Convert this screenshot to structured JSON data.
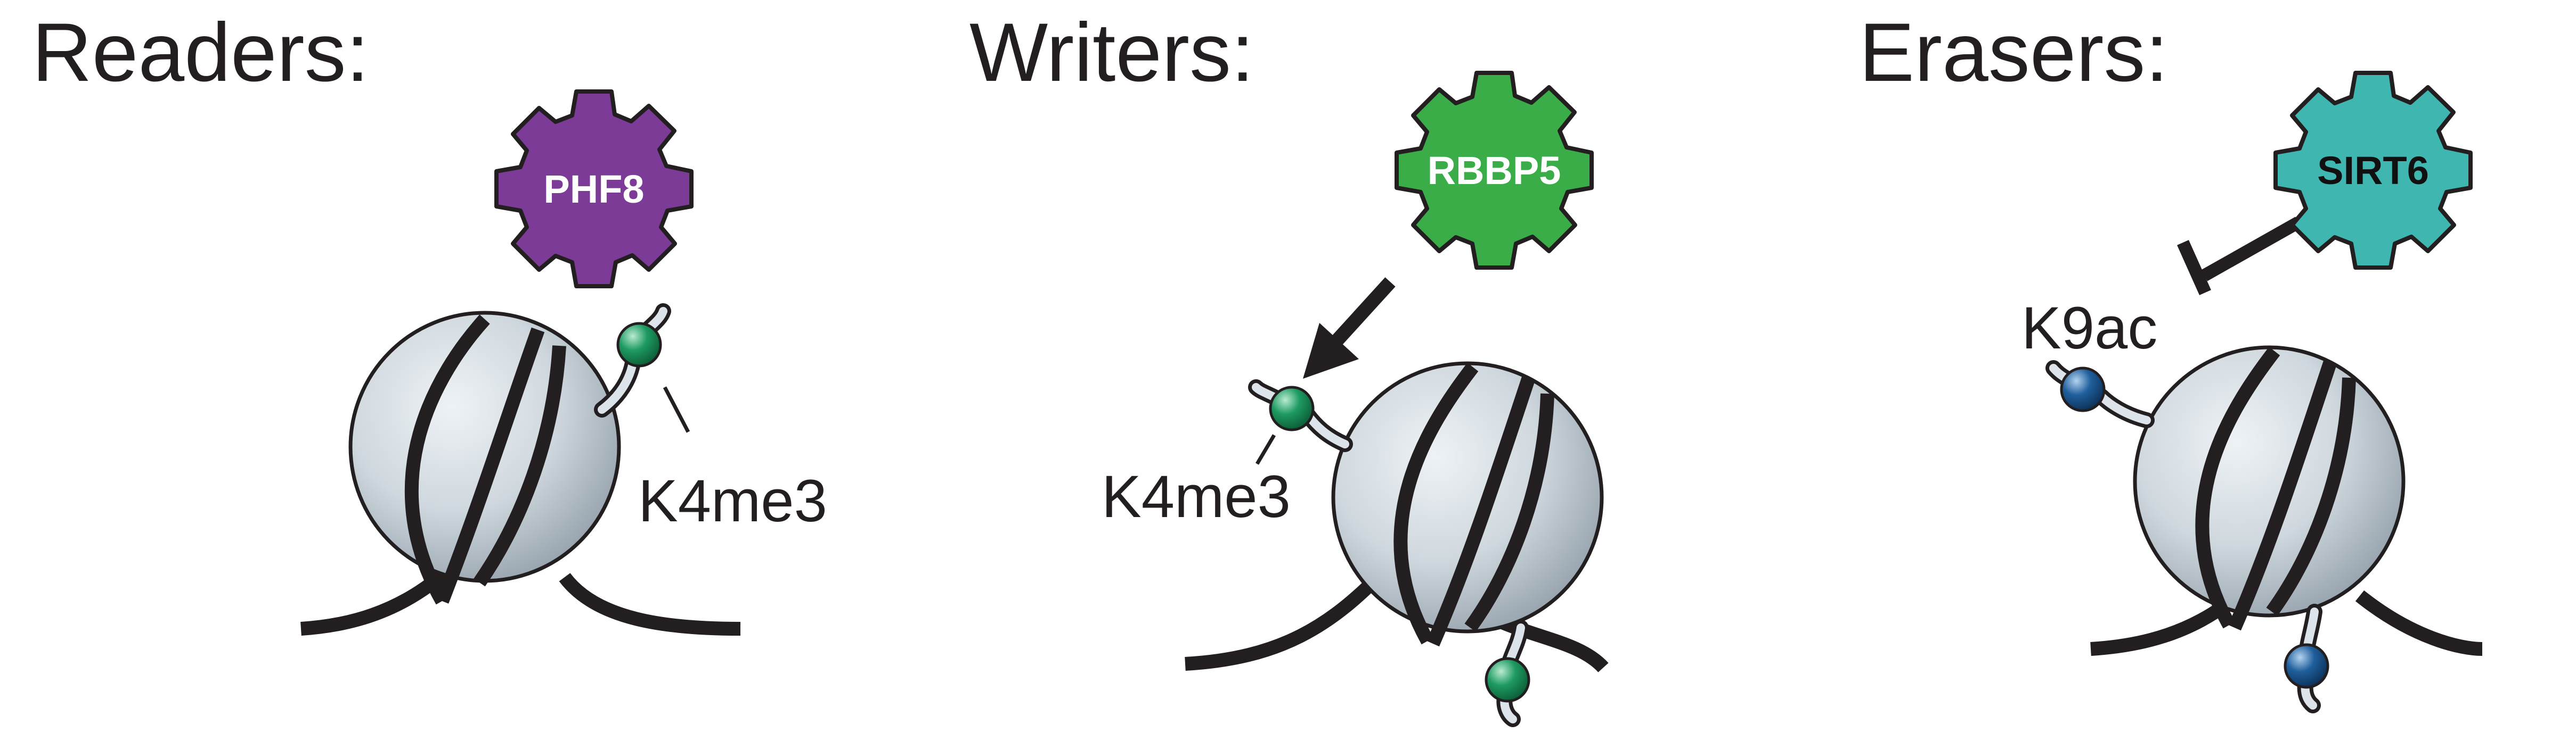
{
  "panels": [
    {
      "title": "Readers:",
      "enzyme": "PHF8",
      "mark_label": "K4me3",
      "relation": "reads"
    },
    {
      "title": "Writers:",
      "enzyme": "RBBP5",
      "mark_label": "K4me3",
      "relation": "writes"
    },
    {
      "title": "Erasers:",
      "enzyme": "SIRT6",
      "mark_label": "K9ac",
      "relation": "inhibits"
    }
  ],
  "colors": {
    "phf8": "#7b3b96",
    "rbbp5": "#3aad48",
    "sirt6": "#3fb6b0",
    "k4me3_mark": "#1e9a62",
    "k9ac_mark": "#1f5f9c",
    "histone": "#cfd8de",
    "outline": "#231f20"
  },
  "icons": {
    "enzyme": "gear-icon",
    "histone": "nucleosome-icon",
    "mark": "bead-icon"
  }
}
